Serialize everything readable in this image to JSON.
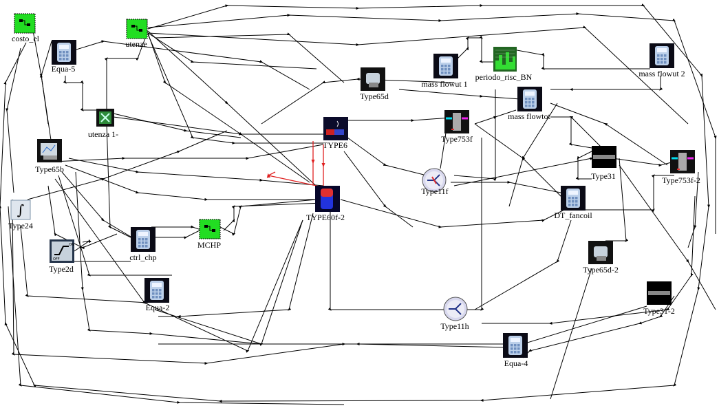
{
  "diagram": {
    "components": [
      {
        "id": "costo_el",
        "label": "costo_el",
        "icon": "green-equation-icon"
      },
      {
        "id": "utenze",
        "label": "utenze",
        "icon": "green-equation-icon"
      },
      {
        "id": "Equa-5",
        "label": "Equa-5",
        "icon": "calculator-icon"
      },
      {
        "id": "utenza1",
        "label": "utenza 1-",
        "icon": "excel-icon"
      },
      {
        "id": "Type65b",
        "label": "Type65b",
        "icon": "printer-plotter-icon"
      },
      {
        "id": "Type24",
        "label": "Type24",
        "icon": "integrator-icon"
      },
      {
        "id": "Type2d",
        "label": "Type2d",
        "icon": "controller-icon"
      },
      {
        "id": "ctrl_chp",
        "label": "ctrl_chp",
        "icon": "calculator-icon"
      },
      {
        "id": "Equa-2",
        "label": "Equa-2",
        "icon": "calculator-icon"
      },
      {
        "id": "MCHP",
        "label": "MCHP",
        "icon": "green-equation-icon"
      },
      {
        "id": "Type65d",
        "label": "Type65d",
        "icon": "plotter-icon"
      },
      {
        "id": "TYPE6",
        "label": "TYPE6",
        "icon": "heater-icon"
      },
      {
        "id": "TYPE60f-2",
        "label": "TYPE60f-2",
        "icon": "storage-tank-icon"
      },
      {
        "id": "massflowut1",
        "label": "mass flowut 1",
        "icon": "calculator-icon"
      },
      {
        "id": "periodo_risc_BN",
        "label": "periodo_risc_BN",
        "icon": "schedule-icon"
      },
      {
        "id": "massflowut2",
        "label": "mass flowut 2",
        "icon": "calculator-icon"
      },
      {
        "id": "massflowtot",
        "label": "mass flowtot",
        "icon": "calculator-icon"
      },
      {
        "id": "Type753f",
        "label": "Type753f",
        "icon": "fancoil-icon"
      },
      {
        "id": "Type11f",
        "label": "Type11f",
        "icon": "diverter-icon"
      },
      {
        "id": "Type31",
        "label": "Type31",
        "icon": "pipe-icon"
      },
      {
        "id": "Type753f-2",
        "label": "Type753f-2",
        "icon": "fancoil-icon"
      },
      {
        "id": "DT_fancoil",
        "label": "DT_fancoil",
        "icon": "calculator-icon"
      },
      {
        "id": "Type65d-2",
        "label": "Type65d-2",
        "icon": "plotter-icon"
      },
      {
        "id": "Type31-2",
        "label": "Type31-2",
        "icon": "pipe-icon"
      },
      {
        "id": "Type11h",
        "label": "Type11h",
        "icon": "mixer-icon"
      },
      {
        "id": "Equa-4",
        "label": "Equa-4",
        "icon": "calculator-icon"
      }
    ],
    "colors": {
      "link": "#000000",
      "hot_link": "#e02020",
      "green": "#22dd22",
      "background": "#ffffff"
    }
  }
}
